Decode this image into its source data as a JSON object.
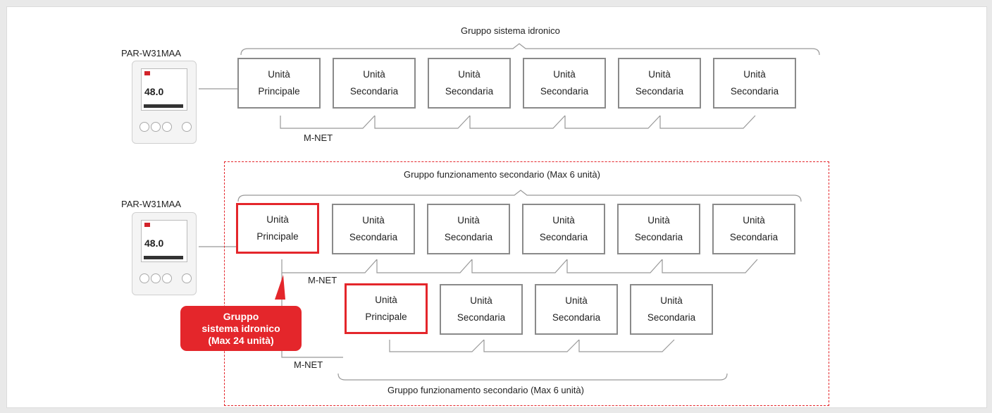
{
  "controllers": [
    {
      "name": "PAR-W31MAA",
      "temp": "48.0"
    },
    {
      "name": "PAR-W31MAA",
      "temp": "48.0"
    }
  ],
  "top": {
    "group_label": "Gruppo sistema idronico",
    "mnet": "M-NET",
    "units": [
      {
        "l1": "Unità",
        "l2": "Principale"
      },
      {
        "l1": "Unità",
        "l2": "Secondaria"
      },
      {
        "l1": "Unità",
        "l2": "Secondaria"
      },
      {
        "l1": "Unità",
        "l2": "Secondaria"
      },
      {
        "l1": "Unità",
        "l2": "Secondaria"
      },
      {
        "l1": "Unità",
        "l2": "Secondaria"
      }
    ]
  },
  "bottom": {
    "group_label_top": "Gruppo funzionamento secondario (Max 6 unità)",
    "group_label_bottom": "Gruppo funzionamento secondario (Max 6 unità)",
    "mnet_1": "M-NET",
    "mnet_2": "M-NET",
    "row1": [
      {
        "l1": "Unità",
        "l2": "Principale"
      },
      {
        "l1": "Unità",
        "l2": "Secondaria"
      },
      {
        "l1": "Unità",
        "l2": "Secondaria"
      },
      {
        "l1": "Unità",
        "l2": "Secondaria"
      },
      {
        "l1": "Unità",
        "l2": "Secondaria"
      },
      {
        "l1": "Unità",
        "l2": "Secondaria"
      }
    ],
    "row2": [
      {
        "l1": "Unità",
        "l2": "Principale"
      },
      {
        "l1": "Unità",
        "l2": "Secondaria"
      },
      {
        "l1": "Unità",
        "l2": "Secondaria"
      },
      {
        "l1": "Unità",
        "l2": "Secondaria"
      }
    ],
    "callout": {
      "line1": "Gruppo",
      "line2": "sistema idronico",
      "line3": "(Max 24 unità)"
    }
  },
  "colors": {
    "accent": "#e4262b",
    "box_border": "#8a8a8a",
    "line": "#999999"
  }
}
